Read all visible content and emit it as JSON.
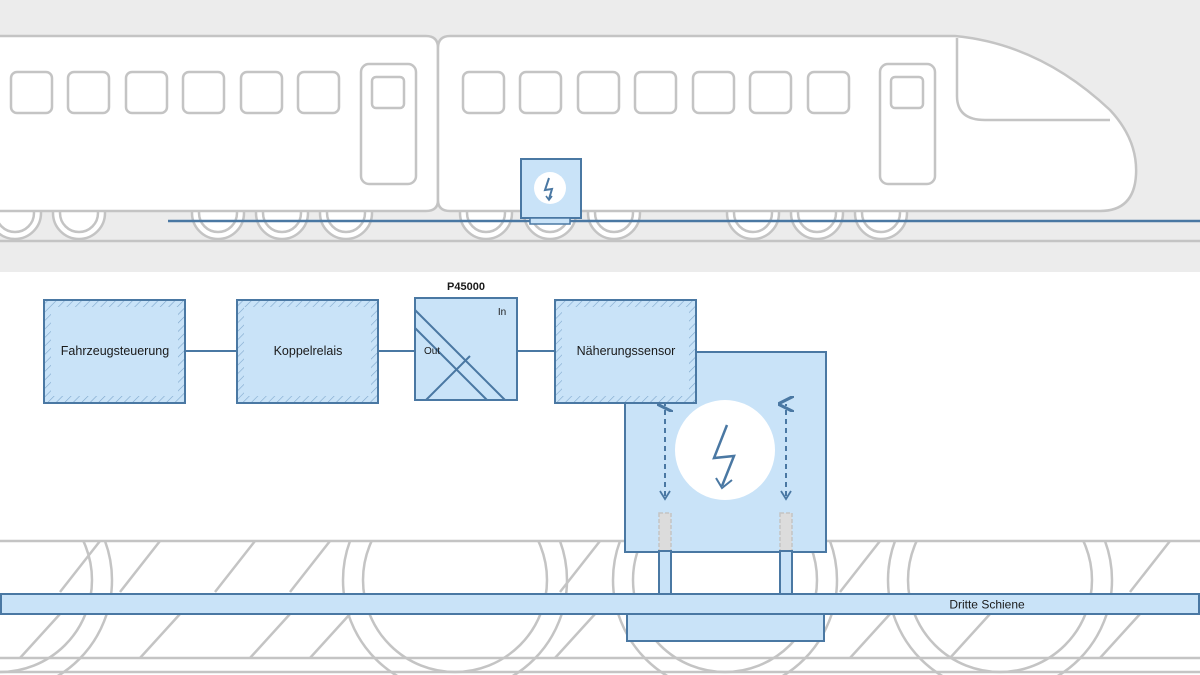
{
  "labels": {
    "vehicle_control": "Fahrzeugsteuerung",
    "coupling_relay": "Koppelrelais",
    "isolator_model": "P45000",
    "isolator_in": "In",
    "isolator_out": "Out",
    "proximity_sensor": "Näherungssensor",
    "third_rail": "Dritte Schiene"
  },
  "colors": {
    "box_fill": "#c9e3f8",
    "box_stroke": "#4a78a3",
    "train_outline": "#c4c4c4",
    "top_band": "#ececec"
  }
}
